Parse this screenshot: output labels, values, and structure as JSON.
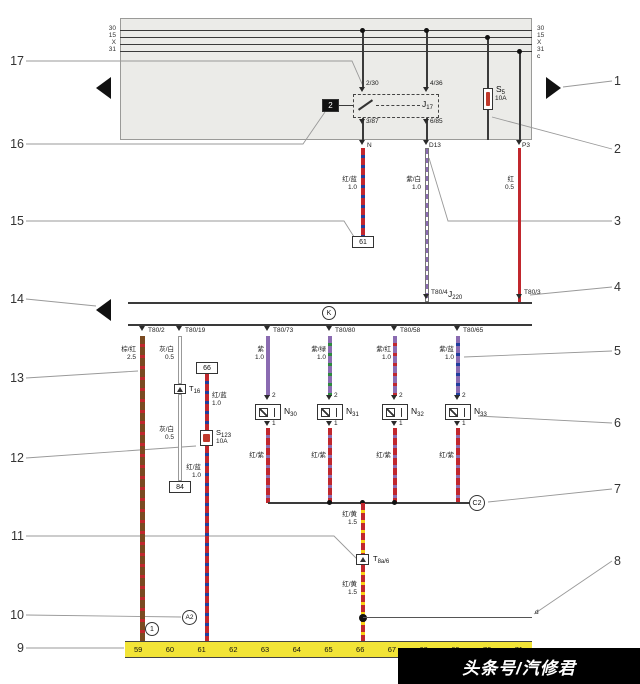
{
  "bus": {
    "left": [
      "30",
      "15",
      "X",
      "31"
    ],
    "right": [
      "30",
      "15",
      "X",
      "31"
    ],
    "corner_top": "c",
    "corner_bottom": "d"
  },
  "callouts": {
    "left": [
      "17",
      "16",
      "15",
      "14",
      "13",
      "12",
      "11",
      "10",
      "9"
    ],
    "right": [
      "1",
      "2",
      "3",
      "4",
      "5",
      "6",
      "7",
      "8"
    ]
  },
  "relay": {
    "base": "J",
    "sub": "17",
    "term_tl": "2/30",
    "term_tr": "4/36",
    "term_bl": "3/87",
    "term_br": "6/85",
    "aux_box": "2"
  },
  "fuse_s5": {
    "base": "S",
    "sub": "5",
    "rating": "10A"
  },
  "panel_outputs": {
    "n": "N",
    "d13": "D13",
    "p3": "P3"
  },
  "wire_labels": {
    "n": "红/蓝\n1.0",
    "d13": "紫/白\n1.0",
    "p3": "红\n0.5"
  },
  "box61": "61",
  "j220": {
    "base": "J",
    "sub": "220",
    "k": "K",
    "t80_4": "T80/4",
    "t80_3": "T80/3"
  },
  "bar_terminals": [
    "T80/2",
    "T80/19",
    "T80/73",
    "T80/80",
    "T80/58",
    "T80/65"
  ],
  "left_branch": {
    "brown": "棕/红\n2.5",
    "gray_upper": "灰/白\n0.5",
    "gray_lower": "灰/白\n0.5",
    "t16_base": "T",
    "t16_sub": "16",
    "box66": "66",
    "box84": "84",
    "redblue_upper": "红/蓝\n1.0",
    "redblue_lower": "红/蓝\n1.0",
    "s123_base": "S",
    "s123_sub": "123",
    "s123_rating": "10A",
    "circle_1": "1",
    "circle_a2": "A2"
  },
  "injectors": [
    {
      "wire_top": "紫\n1.0",
      "term_top": "2",
      "base": "N",
      "sub": "30",
      "term_bottom": "1",
      "wire_bottom": "红/紫"
    },
    {
      "wire_top": "紫/绿\n1.0",
      "term_top": "2",
      "base": "N",
      "sub": "31",
      "term_bottom": "1",
      "wire_bottom": "红/紫"
    },
    {
      "wire_top": "紫/红\n1.0",
      "term_top": "2",
      "base": "N",
      "sub": "32",
      "term_bottom": "1",
      "wire_bottom": "红/紫"
    },
    {
      "wire_top": "紫/蓝\n1.0",
      "term_top": "2",
      "base": "N",
      "sub": "33",
      "term_bottom": "1",
      "wire_bottom": "红/紫"
    }
  ],
  "circle_c2": "C2",
  "red_yellow": {
    "label_upper": "红/黄\n1.5",
    "label_lower": "红/黄\n1.5",
    "t8_base": "T",
    "t8_sub": "8a/6"
  },
  "track_numbers": [
    "59",
    "60",
    "61",
    "62",
    "63",
    "64",
    "65",
    "66",
    "67",
    "68",
    "69",
    "70",
    "71"
  ],
  "watermark": "头条号/汽修君",
  "colors": {
    "red": "#c1272d",
    "blue": "#1f3f9e",
    "purple": "#8a6bb1",
    "green": "#2e8b3e",
    "brown": "#7a4a21",
    "yellow": "#f7d117",
    "track_yellow": "#f2e437",
    "panel_gray": "#ebebe8"
  }
}
